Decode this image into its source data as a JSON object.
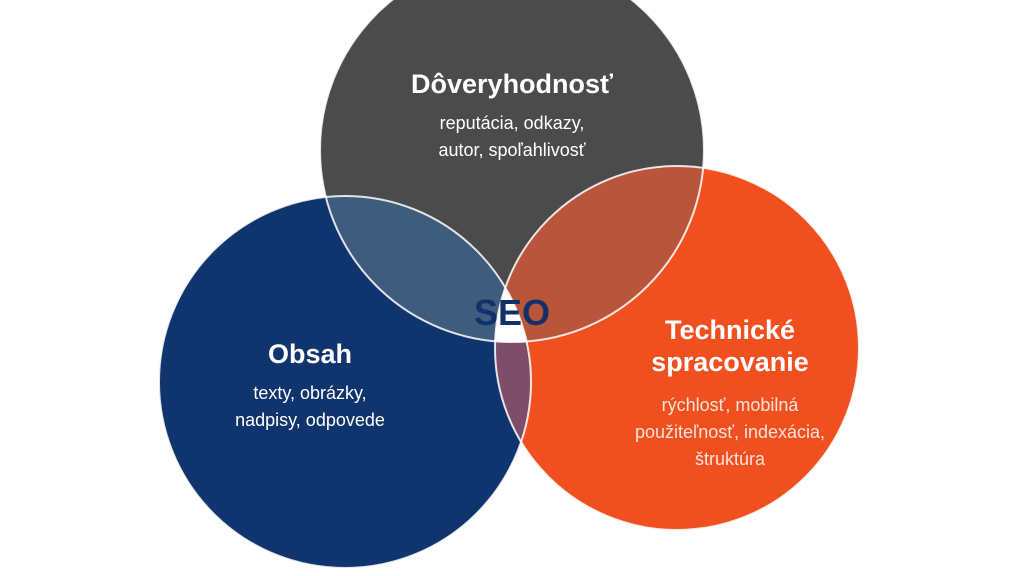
{
  "center": {
    "label": "SEO"
  },
  "circles": {
    "trust": {
      "title": "Dôveryhodnosť",
      "lines": [
        "reputácia, odkazy,",
        "autor, spoľahlivosť"
      ]
    },
    "content": {
      "title": "Obsah",
      "lines": [
        "texty, obrázky,",
        "nadpisy, odpovede"
      ]
    },
    "technical": {
      "title_lines": [
        "Technické",
        "spracovanie"
      ],
      "lines": [
        "rýchlosť, mobilná",
        "použiteľnosť, indexácia,",
        "štruktúra"
      ]
    }
  },
  "colors": {
    "trust": "#4b4b4b",
    "content": "#10346d",
    "technical": "#f0501f",
    "trust_content": "#3f5b7d",
    "trust_technical": "#b9553a",
    "content_technical": "#7d4d69",
    "center_text": "#12306a",
    "text_light": "#ffffff",
    "text_technical_sub": "#fde3d8"
  }
}
